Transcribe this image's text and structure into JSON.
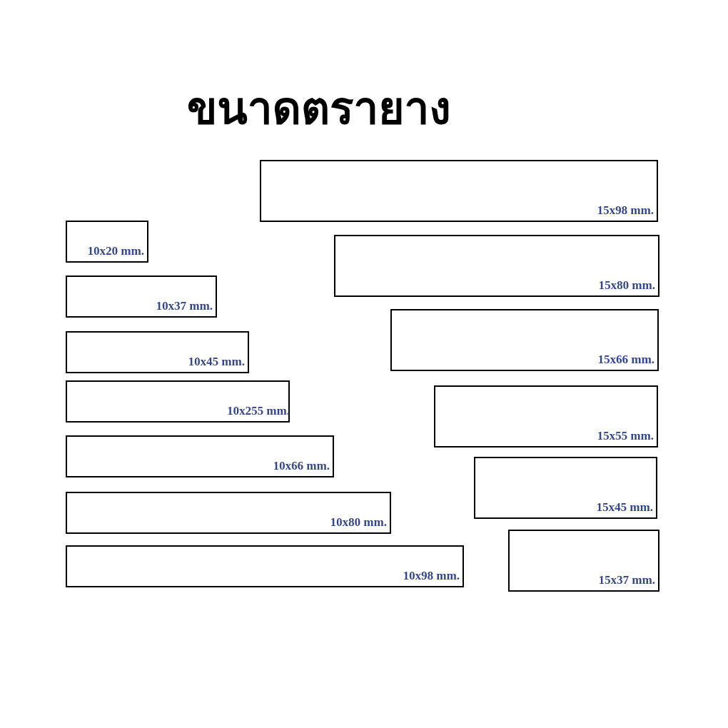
{
  "title": "ขนาดตรายาง",
  "label_color": "#33478a",
  "stamps_10mm": [
    {
      "label": "10x20 mm."
    },
    {
      "label": "10x37 mm."
    },
    {
      "label": "10x45 mm."
    },
    {
      "label": "10x255 mm."
    },
    {
      "label": "10x66 mm."
    },
    {
      "label": "10x80 mm."
    },
    {
      "label": "10x98 mm."
    }
  ],
  "stamps_15mm": [
    {
      "label": "15x98 mm."
    },
    {
      "label": "15x80 mm."
    },
    {
      "label": "15x66 mm."
    },
    {
      "label": "15x55 mm."
    },
    {
      "label": "15x45 mm."
    },
    {
      "label": "15x37 mm."
    }
  ]
}
